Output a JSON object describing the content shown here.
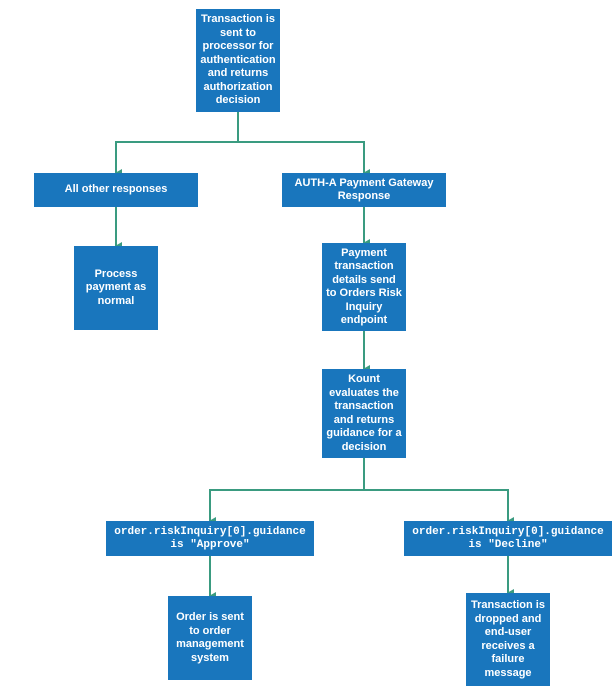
{
  "colors": {
    "node_fill": "#1976bd",
    "node_text": "#ffffff",
    "connector": "#3a9b80"
  },
  "nodes": {
    "start": "Transaction is sent to processor for authentication and returns authorization decision",
    "other": "All other responses",
    "auth_a": "AUTH-A Payment Gateway Response",
    "process": "Process payment as normal",
    "send_details": "Payment transaction details send to Orders Risk Inquiry endpoint",
    "kount": "Kount evaluates the transaction and returns guidance for a decision",
    "approve": "order.riskInquiry[0].guidance is \"Approve\"",
    "decline": "order.riskInquiry[0].guidance is \"Decline\"",
    "sent_oms": "Order is sent to order management system",
    "dropped": "Transaction is dropped and end-user receives a failure message"
  }
}
